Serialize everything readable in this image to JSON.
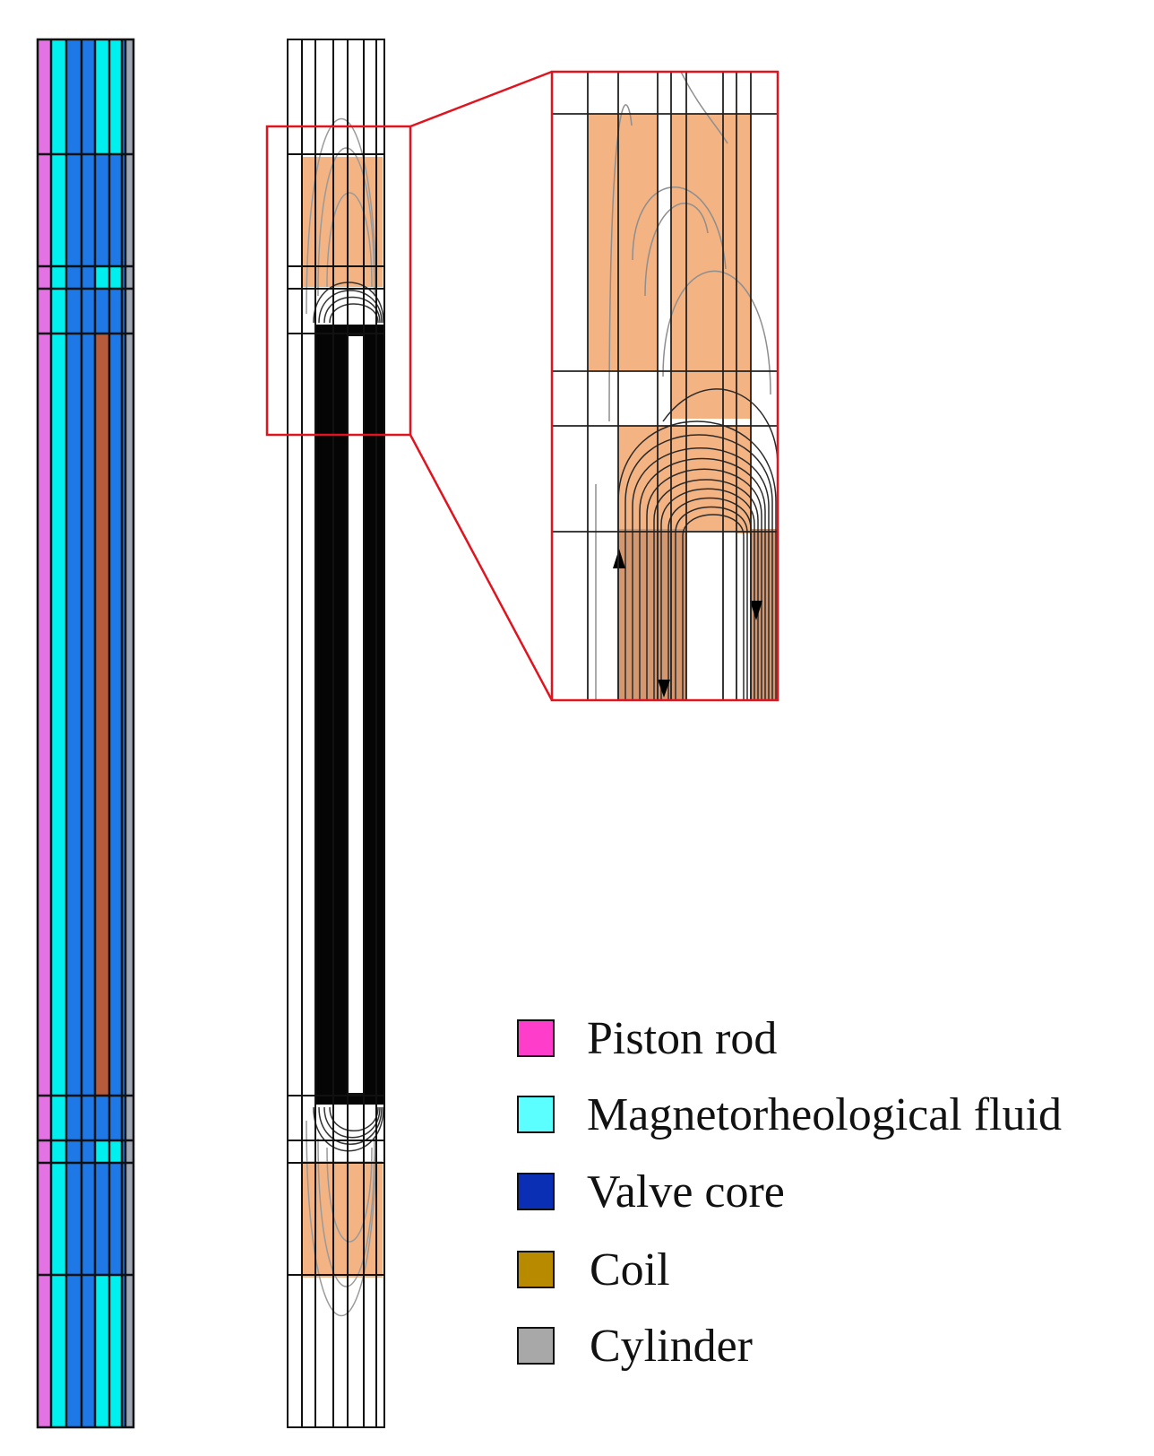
{
  "figure": {
    "colors": {
      "piston_rod": "#E373E3",
      "mr_fluid": "#00F0F0",
      "valve_core_region": "#1E78E6",
      "coil_region": "#B65C3C",
      "cylinder": "#A0A8B4",
      "field_fill": "#F4B383",
      "zoom_frame": "#E0141E",
      "outline": "#111111",
      "flux_line": "#333333",
      "flux_line_light": "#9A9A9A"
    }
  },
  "legend": {
    "items": [
      {
        "label": "Piston rod",
        "color": "#FF3DCB"
      },
      {
        "label": "Magnetorheological fluid",
        "color": "#5CFFFF"
      },
      {
        "label": "Valve core",
        "color": "#0A2FB5"
      },
      {
        "label": "Coil",
        "color": "#B88A00"
      },
      {
        "label": "Cylinder",
        "color": "#A8A8A8"
      }
    ]
  }
}
